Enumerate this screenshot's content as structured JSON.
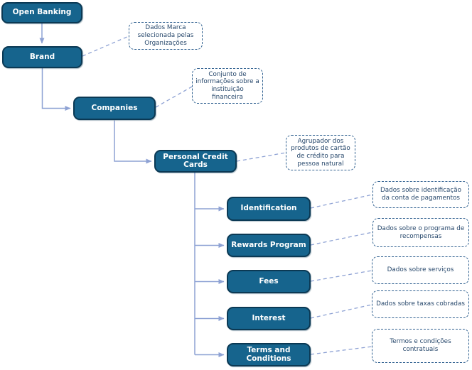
{
  "diagram": {
    "title": "Open Banking Personal Credit Cards hierarchy",
    "colors": {
      "node_fill": "#16648d",
      "node_border": "#0b3954",
      "node_text": "#ffffff",
      "connector": "#8ea2d4",
      "callout_border": "#2e5f8f",
      "callout_text": "#26476b"
    },
    "nodes": [
      {
        "id": "open-banking",
        "label": "Open Banking"
      },
      {
        "id": "brand",
        "label": "Brand"
      },
      {
        "id": "companies",
        "label": "Companies"
      },
      {
        "id": "personal-credit-cards",
        "label": "Personal Credit Cards"
      },
      {
        "id": "identification",
        "label": "Identification"
      },
      {
        "id": "rewards-program",
        "label": "Rewards Program"
      },
      {
        "id": "fees",
        "label": "Fees"
      },
      {
        "id": "interest",
        "label": "Interest"
      },
      {
        "id": "terms-and-conditions",
        "label": "Terms and Conditions"
      }
    ],
    "callouts": [
      {
        "id": "brand-note",
        "text": "Dados Marca selecionada pelas Organizações"
      },
      {
        "id": "companies-note",
        "text": "Conjunto de informações sobre a instituição financeira"
      },
      {
        "id": "personal-credit-cards-note",
        "text": "Agrupador dos produtos de cartão de crédito para pessoa natural"
      },
      {
        "id": "identification-note",
        "text": "Dados sobre identificação da conta de pagamentos"
      },
      {
        "id": "rewards-program-note",
        "text": "Dados sobre o programa de recompensas"
      },
      {
        "id": "fees-note",
        "text": "Dados sobre serviços"
      },
      {
        "id": "interest-note",
        "text": "Dados sobre taxas cobradas"
      },
      {
        "id": "terms-and-conditions-note",
        "text": "Termos e condições contratuais"
      }
    ]
  }
}
